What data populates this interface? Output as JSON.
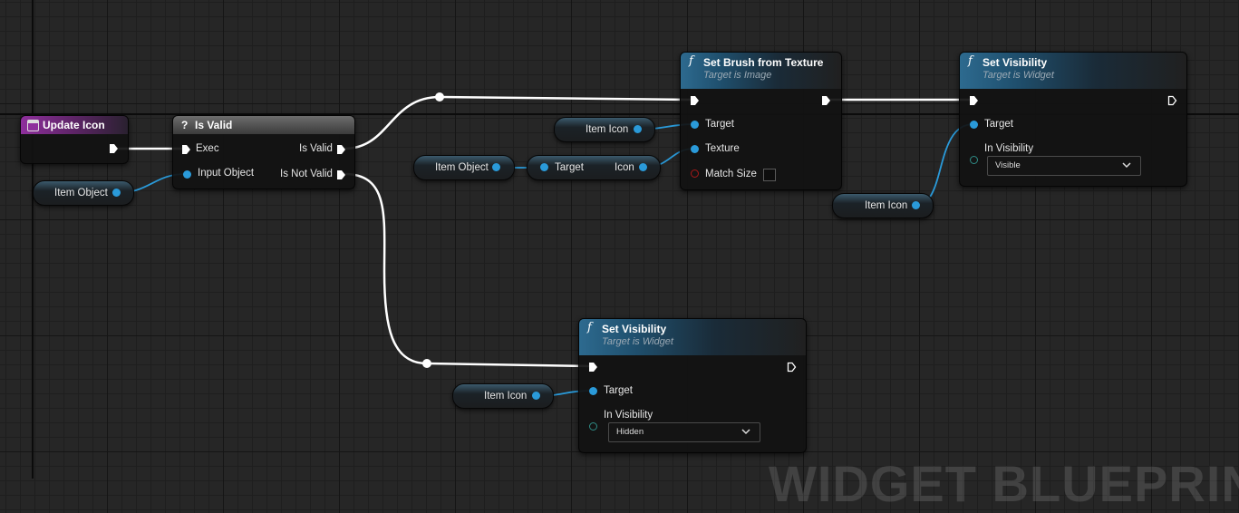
{
  "nodes": {
    "update_icon": {
      "title": "Update Icon"
    },
    "is_valid": {
      "title": "Is Valid",
      "pins": {
        "exec": "Exec",
        "input": "Input Object",
        "valid": "Is Valid",
        "not_valid": "Is Not Valid"
      }
    },
    "set_brush": {
      "title": "Set Brush from Texture",
      "subtitle": "Target is Image",
      "pins": {
        "target": "Target",
        "texture": "Texture",
        "match_size": "Match Size"
      }
    },
    "set_vis_top": {
      "title": "Set Visibility",
      "subtitle": "Target is Widget",
      "pins": {
        "target": "Target",
        "in_visibility": "In Visibility"
      },
      "visibility_value": "Visible"
    },
    "set_vis_bottom": {
      "title": "Set Visibility",
      "subtitle": "Target is Widget",
      "pins": {
        "target": "Target",
        "in_visibility": "In Visibility"
      },
      "visibility_value": "Hidden"
    },
    "get_icon": {
      "pins": {
        "target": "Target",
        "icon": "Icon"
      }
    }
  },
  "variables": {
    "item_object_1": "Item Object",
    "item_object_2": "Item Object",
    "item_icon_1": "Item Icon",
    "item_icon_2": "Item Icon",
    "item_icon_3": "Item Icon"
  },
  "watermark": "WIDGET BLUEPRINT",
  "icons": {
    "function": "function-icon",
    "event": "event-icon",
    "macro": "question-icon",
    "exec": "exec-pin-icon",
    "dropdown": "chevron-down-icon"
  },
  "colors": {
    "function_header": "#2d6a8f",
    "event_header": "#8e2f9c",
    "object_pin": "#2a9ad9",
    "exec_wire": "#ffffff",
    "visibility_pin": "#2f8c86",
    "bool_pin": "#a81818"
  }
}
